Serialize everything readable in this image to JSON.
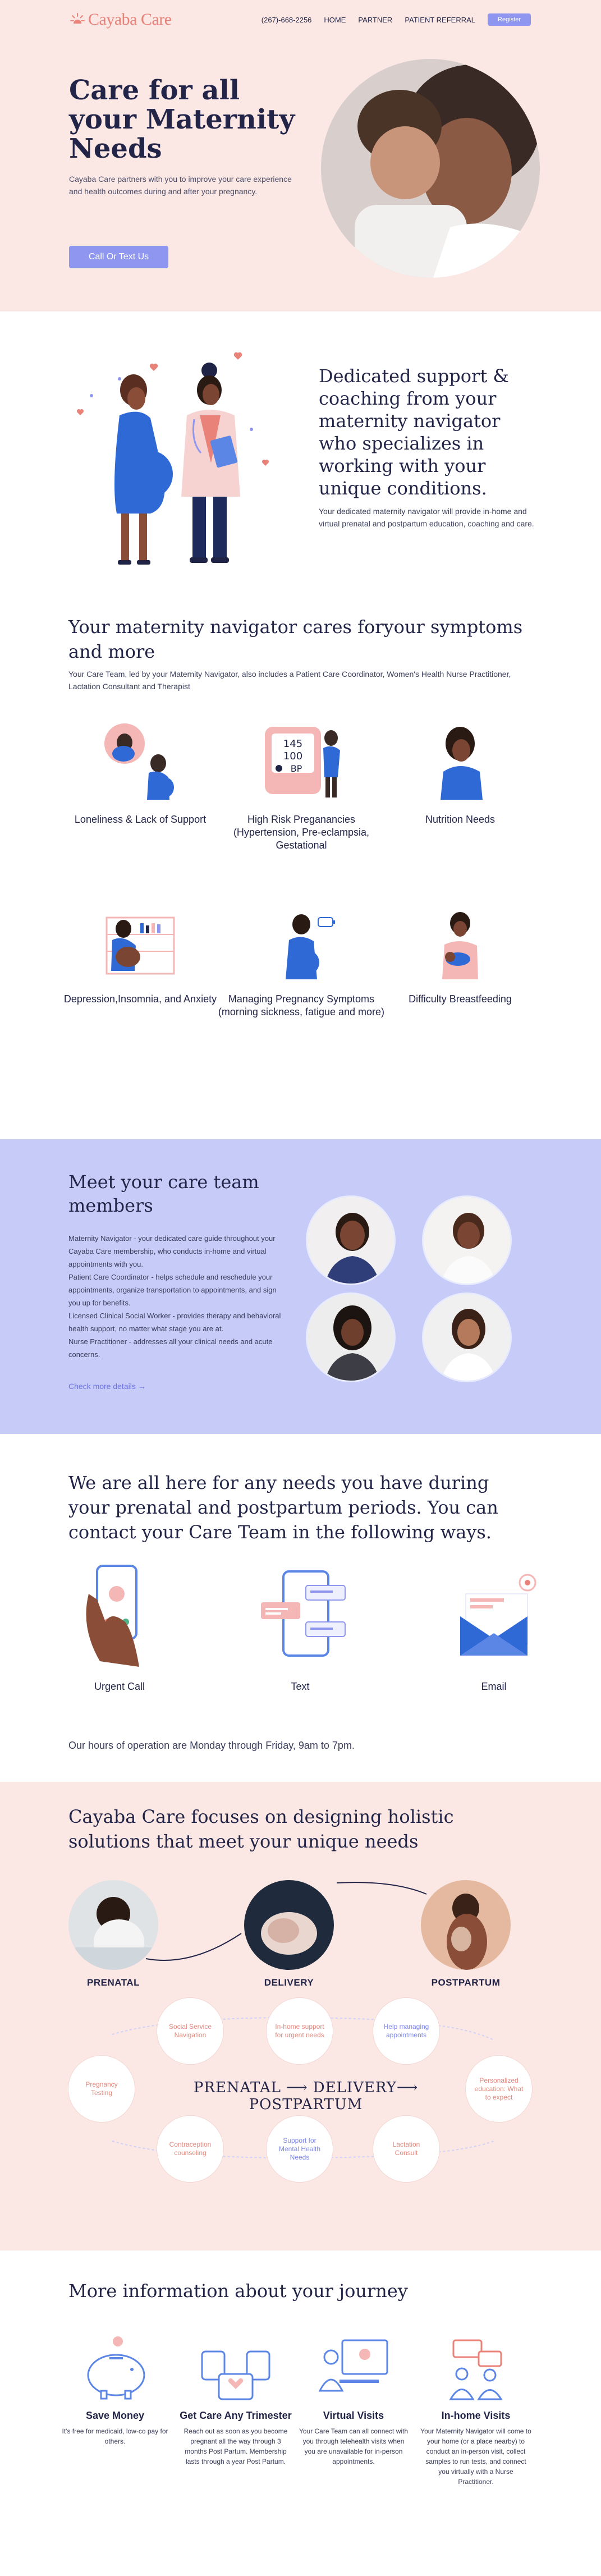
{
  "nav": {
    "logo_text": "Cayaba Care",
    "phone": "(267)-668-2256",
    "home": "HOME",
    "partner": "PARTNER",
    "referral": "PATIENT REFERRAL",
    "register": "Register"
  },
  "hero": {
    "title": "Care for all your Maternity Needs",
    "description": "Cayaba Care partners with you to improve your care experience and health outcomes during and after your pregnancy.",
    "cta": "Call Or Text Us"
  },
  "support": {
    "title": "Dedicated support & coaching from your maternity navigator who specializes in working with your unique conditions.",
    "description": "Your dedicated maternity navigator will provide in-home and virtual prenatal and postpartum education, coaching and care."
  },
  "cares": {
    "title": "Your maternity navigator cares foryour symptoms and more",
    "lead": "Your Care Team, led by your Maternity Navigator, also includes a Patient Care Coordinator, Women's Health Nurse Practitioner, Lactation Consultant and Therapist",
    "monitor_top": "145",
    "monitor_mid": "100",
    "monitor_bp": "BP",
    "items": [
      {
        "label": "Loneliness & Lack of Support"
      },
      {
        "label": "High Risk Preganancies (Hypertension, Pre-eclampsia, Gestational"
      },
      {
        "label": "Nutrition Needs"
      },
      {
        "label": "Depression,Insomnia, and Anxiety"
      },
      {
        "label": "Managing Pregnancy Symptoms (morning sickness, fatigue and more)"
      },
      {
        "label": "Difficulty Breastfeeding"
      }
    ]
  },
  "team": {
    "title": "Meet your care team members",
    "roles": [
      "Maternity Navigator - your dedicated care guide throughout your Cayaba Care membership, who conducts in-home and virtual appointments with you.",
      "Patient Care Coordinator - helps schedule and reschedule your appointments, organize transportation to appointments, and sign you up for benefits.",
      "Licensed Clinical Social Worker - provides therapy and behavioral health support, no matter what stage you are at.",
      "Nurse Practitioner - addresses all your clinical needs and acute concerns."
    ],
    "link": "Check more details →"
  },
  "contact": {
    "title": "We are all here for any needs you have during your prenatal and postpartum periods. You can contact your Care Team in the following ways.",
    "items": [
      {
        "label": "Urgent Call"
      },
      {
        "label": "Text"
      },
      {
        "label": "Email"
      }
    ],
    "hours": "Our hours of operation are Monday through Friday, 9am to 7pm."
  },
  "holistic": {
    "title": "Cayaba Care focuses on designing holistic solutions that meet your unique needs",
    "stages": [
      "PRENATAL",
      "DELIVERY",
      "POSTPARTUM"
    ],
    "bubbles": [
      "Social Service Navigation",
      "In-home support for urgent needs",
      "Help managing appointments",
      "Pregnancy Testing",
      "Personalized education: What to expect",
      "Contraception counseling",
      "Support for Mental Health Needs",
      "Lactation Consult"
    ],
    "timeline": "PRENATAL ⟶ DELIVERY⟶ POSTPARTUM"
  },
  "more": {
    "title": "More information about your journey",
    "items": [
      {
        "title": "Save Money",
        "desc": "It's free for medicaid, low-co pay for others."
      },
      {
        "title": "Get Care Any Trimester",
        "desc": "Reach out as soon as you become pregnant all the way through 3 months Post Partum. Membership lasts through a year Post Partum."
      },
      {
        "title": "Virtual Visits",
        "desc": "Your Care Team can all connect with you through telehealth visits when you are unavailable for in-person appointments."
      },
      {
        "title": "In-home Visits",
        "desc": "Your Maternity Navigator will come to your home (or a place nearby) to conduct an in-person visit, collect samples to run tests, and connect you virtually with a Nurse Practitioner."
      }
    ]
  },
  "colors": {
    "pink_bg": "#fbe7e3",
    "lavender_bg": "#c6cbf7",
    "accent": "#8e96f0",
    "logo": "#e9837a",
    "navy": "#232548"
  }
}
